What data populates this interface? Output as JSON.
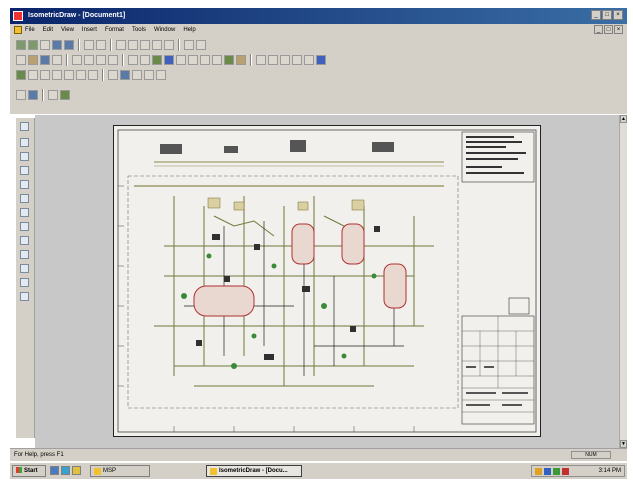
{
  "window": {
    "title": "IsometricDraw - [Document1]"
  },
  "menu": {
    "items": [
      "File",
      "Edit",
      "View",
      "Insert",
      "Format",
      "Tools",
      "Window",
      "Help"
    ]
  },
  "status": {
    "text": "For Help, press F1",
    "cell": "NUM"
  },
  "taskbar": {
    "start_label": "Start",
    "tasks": [
      {
        "label": "MSP",
        "active": false
      },
      {
        "label": "IsometricDraw - [Docu...",
        "active": true
      }
    ],
    "clock": "3:14 PM"
  },
  "icons": {
    "app": "app-icon",
    "minimize": "minimize-icon",
    "maximize": "maximize-icon",
    "close": "close-icon"
  }
}
